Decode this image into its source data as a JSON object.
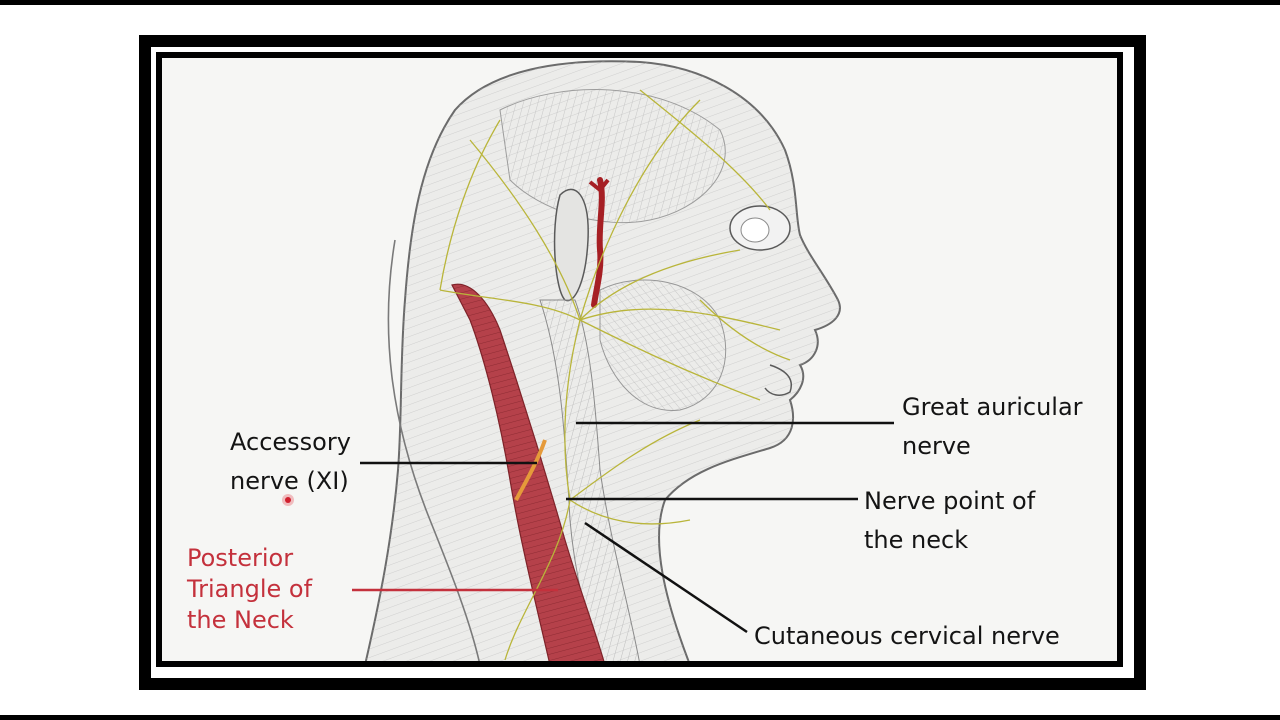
{
  "labels": {
    "accessory": [
      "Accessory",
      "nerve (XI)"
    ],
    "great_auricular": [
      "Great auricular",
      "nerve"
    ],
    "nerve_point": [
      "Nerve point of",
      "the neck"
    ],
    "cutaneous": [
      "Cutaneous cervical nerve"
    ],
    "posterior_triangle": [
      "Posterior",
      "Triangle of",
      "the Neck"
    ]
  },
  "colors": {
    "label_text": "#141414",
    "highlight_label": "#c4313c",
    "muscle_highlight": "#b5414a",
    "nerve": "#b9b53a",
    "artery": "#a61f24"
  },
  "icons": {
    "cursor": "cursor-dot-icon"
  }
}
